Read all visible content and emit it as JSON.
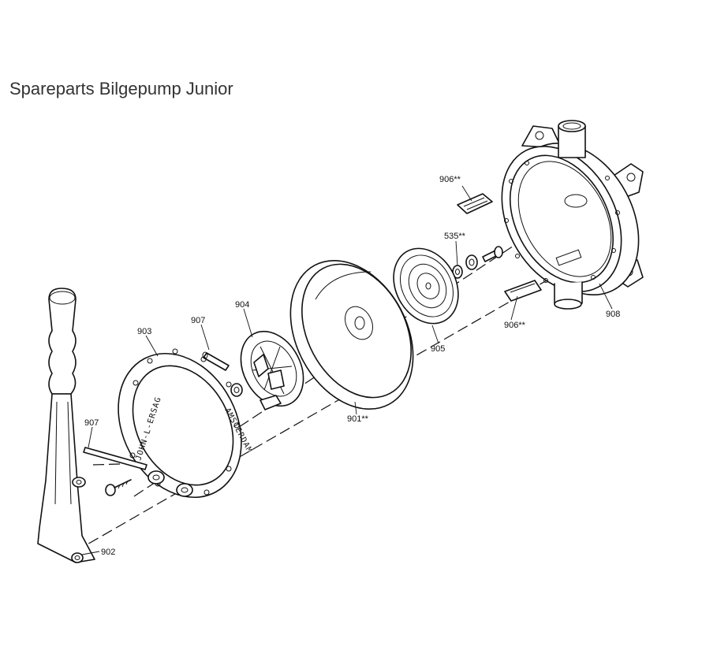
{
  "title": "Spareparts Bilgepump Junior",
  "parts": {
    "p906_top": "906**",
    "p535": "535**",
    "p908": "908",
    "p906_bottom": "906**",
    "p905": "905",
    "p901": "901**",
    "p904": "904",
    "p907_top": "907",
    "p903": "903",
    "p907_left": "907",
    "p902": "902"
  },
  "ring_stamp": {
    "line1": "JOHN-L-ERSAG",
    "line2": "AMSTERDAM"
  }
}
